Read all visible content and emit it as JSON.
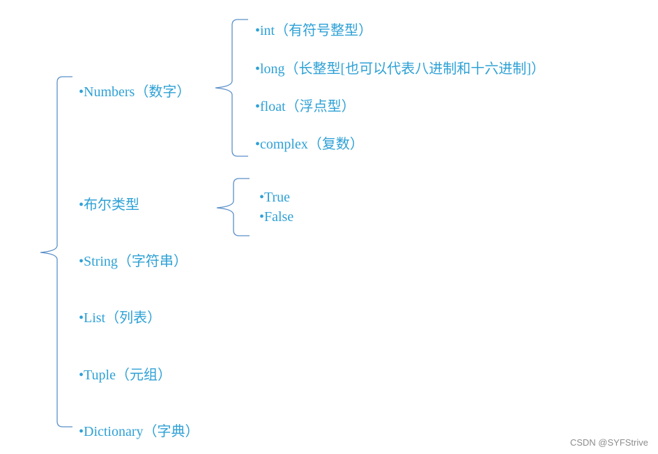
{
  "tree": {
    "root_items": [
      "•Numbers（数字）",
      "•布尔类型",
      "•String（字符串）",
      "•List（列表）",
      "•Tuple（元组）",
      "•Dictionary（字典）"
    ],
    "numbers_children": [
      "•int（有符号整型）",
      "•long（长整型[也可以代表八进制和十六进制]）",
      "•float（浮点型）",
      "•complex（复数）"
    ],
    "bool_children": [
      "•True",
      "•False"
    ]
  },
  "watermark": "CSDN @SYFStrive",
  "colors": {
    "text": "#2ea1d6",
    "brace": "#5b8fc8"
  }
}
